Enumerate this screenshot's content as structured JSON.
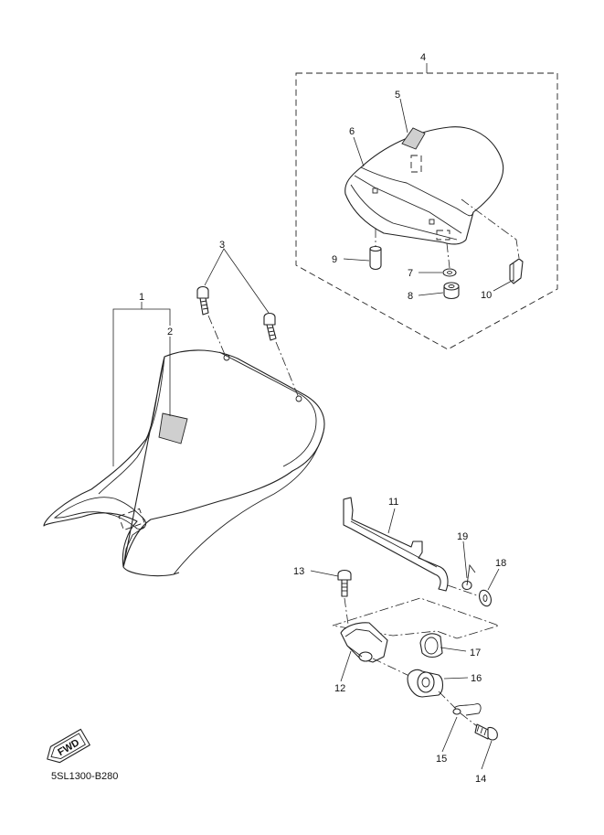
{
  "diagram": {
    "labels": {
      "p1": "1",
      "p2": "2",
      "p3": "3",
      "p4": "4",
      "p5": "5",
      "p6": "6",
      "p7": "7",
      "p8": "8",
      "p9": "9",
      "p10": "10",
      "p11": "11",
      "p12": "12",
      "p13": "13",
      "p14": "14",
      "p15": "15",
      "p16": "16",
      "p17": "17",
      "p18": "18",
      "p19": "19"
    },
    "fwd_label": "FWD",
    "drawing_code": "5SL1300-B280"
  }
}
